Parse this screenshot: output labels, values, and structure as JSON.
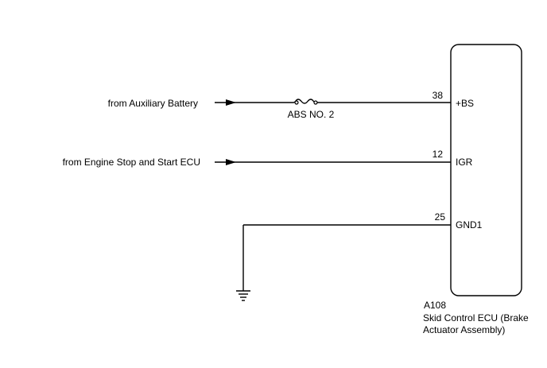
{
  "inputs": [
    {
      "label": "from Auxiliary Battery"
    },
    {
      "label": "from Engine Stop and Start ECU"
    }
  ],
  "fuse": {
    "label": "ABS NO. 2"
  },
  "pins": [
    {
      "number": "38",
      "name": "+BS"
    },
    {
      "number": "12",
      "name": "IGR"
    },
    {
      "number": "25",
      "name": "GND1"
    }
  ],
  "ecu": {
    "code": "A108",
    "name_line1": "Skid Control ECU (Brake",
    "name_line2": "Actuator Assembly)"
  }
}
